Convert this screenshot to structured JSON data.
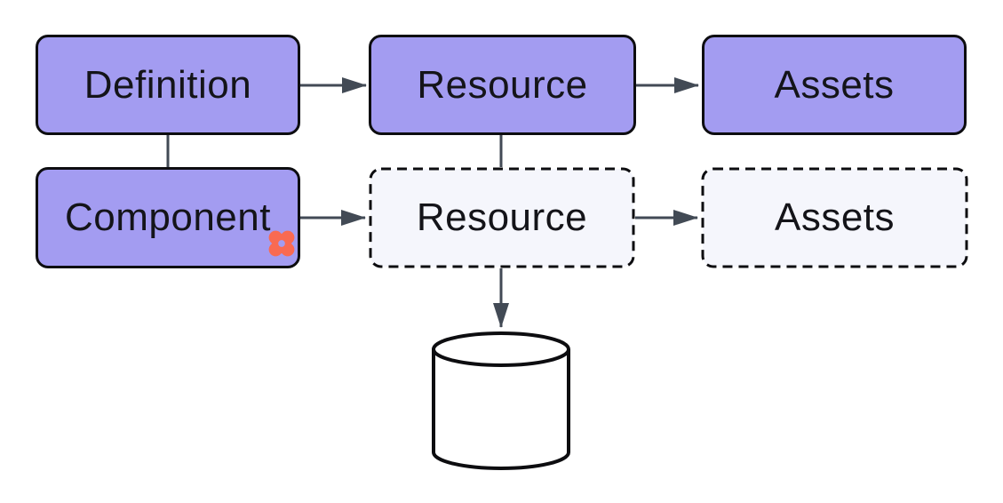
{
  "diagram": {
    "nodes": [
      {
        "id": "definition",
        "label": "Definition",
        "style": "solid"
      },
      {
        "id": "resource-top",
        "label": "Resource",
        "style": "solid"
      },
      {
        "id": "assets-top",
        "label": "Assets",
        "style": "solid"
      },
      {
        "id": "component",
        "label": "Component",
        "style": "solid",
        "badge_icon": "dbt-logo-icon"
      },
      {
        "id": "resource-dashed",
        "label": "Resource",
        "style": "dashed"
      },
      {
        "id": "assets-dashed",
        "label": "Assets",
        "style": "dashed"
      }
    ],
    "edges": [
      {
        "from": "definition",
        "to": "resource-top",
        "type": "arrow"
      },
      {
        "from": "resource-top",
        "to": "assets-top",
        "type": "arrow"
      },
      {
        "from": "definition",
        "to": "component",
        "type": "line"
      },
      {
        "from": "resource-top",
        "to": "resource-dashed",
        "type": "line"
      },
      {
        "from": "component",
        "to": "resource-dashed",
        "type": "arrow"
      },
      {
        "from": "resource-dashed",
        "to": "assets-dashed",
        "type": "arrow"
      },
      {
        "from": "resource-dashed",
        "to": "database",
        "type": "arrow"
      }
    ],
    "icons": {
      "database": "database-cylinder-icon",
      "badge": "dbt-logo-icon"
    },
    "colors": {
      "node_fill_solid": "#a39cf1",
      "node_fill_dashed": "#f5f6fc",
      "node_border": "#0d0d10",
      "connector": "#424a55",
      "brand_accent": "#f96a52",
      "cylinder_fill": "#ffffff",
      "cylinder_stroke": "#0d0d10",
      "background": "#ffffff",
      "label_text": "#141419"
    }
  }
}
